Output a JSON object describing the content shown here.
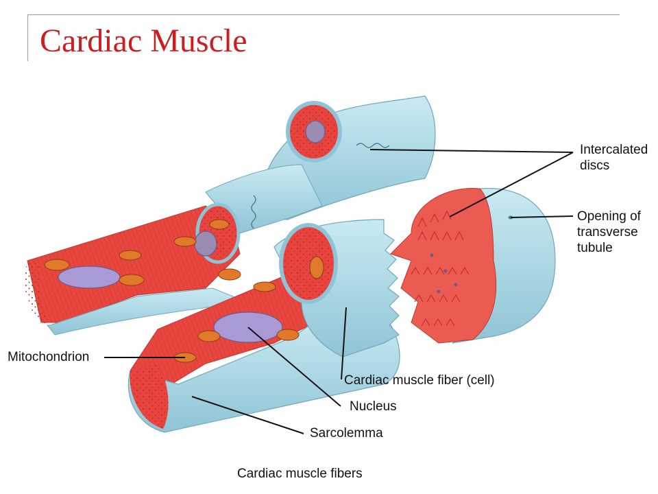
{
  "slide": {
    "title": "Cardiac Muscle",
    "caption": "Cardiac muscle fibers"
  },
  "labels": {
    "intercalated_discs": [
      "Intercalated",
      "discs"
    ],
    "opening_t_tubule": [
      "Opening of",
      "transverse",
      "tubule"
    ],
    "mitochondrion": "Mitochondrion",
    "fiber": "Cardiac muscle fiber (cell)",
    "nucleus": "Nucleus",
    "sarcolemma": "Sarcolemma"
  },
  "colors": {
    "title": "#cc1e1e",
    "sarcolemma_blue": "#a9d8e6",
    "muscle_red": "#e8443f",
    "mitochondria_orange": "#e07a2a",
    "nucleus_purple": "#b39ddb"
  }
}
